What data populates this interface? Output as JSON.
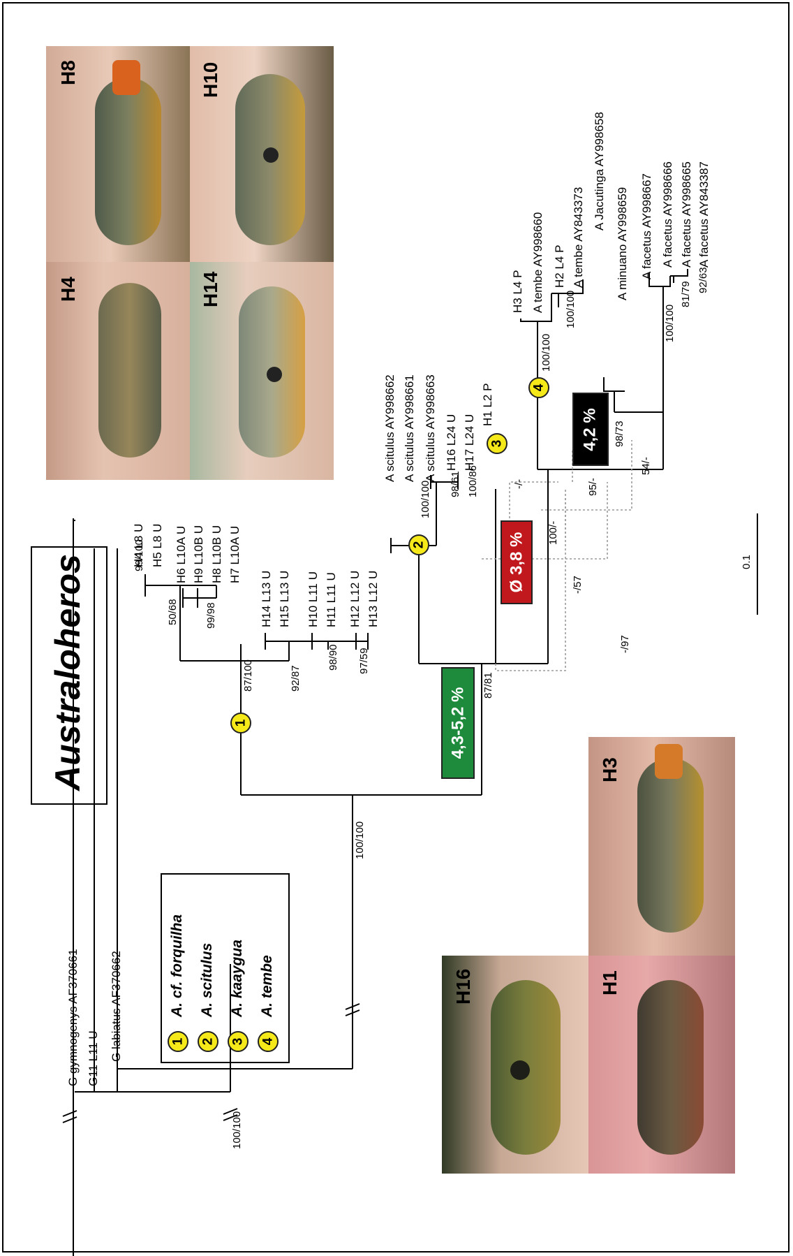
{
  "title": "Australoheros",
  "outgroup": {
    "taxa": [
      "G gymnogenys AF370661",
      "G11 L11 U",
      "G labiatus AF370662"
    ],
    "support": "100/100"
  },
  "root_support": "100/100",
  "legend": [
    {
      "num": "1",
      "label": "A. cf. forquilha"
    },
    {
      "num": "2",
      "label": "A. scitulus"
    },
    {
      "num": "3",
      "label": "A. kaaygua"
    },
    {
      "num": "4",
      "label": "A. tembe"
    }
  ],
  "clade1": {
    "num": "1",
    "support": "87/100",
    "sub_supports": [
      "50/68",
      "99/100",
      "99/98",
      "92/87",
      "98/90",
      "97/59"
    ],
    "taxa": [
      "H4 L8 U",
      "H5 L8 U",
      "H6 L10A U",
      "H9 L10B U",
      "H8 L10B U",
      "H7 L10A U",
      "H14 L13 U",
      "H15 L13 U",
      "H10 L11 U",
      "H11 L11 U",
      "H12 L12 U",
      "H13 L12 U"
    ]
  },
  "clade_main": {
    "support": "87/81",
    "distance": "4,3-5,2 %",
    "distance_color": "#1e8a3c"
  },
  "clade2": {
    "num": "2",
    "support": "100/100",
    "sub_supports": [
      "98/61",
      "100/86"
    ],
    "taxa": [
      "A scitulus AY998662",
      "A scitulus AY998661",
      "A scitulus AY998663",
      "H16 L24 U",
      "H17 L24 U"
    ]
  },
  "clade3": {
    "num": "3",
    "taxa": [
      "H1 L2 P"
    ],
    "distance": "Ø 3,8 %",
    "distance_color": "#c0181c"
  },
  "clade4": {
    "num": "4",
    "support": "100/100",
    "sub_supports": [
      "100/100"
    ],
    "taxa": [
      "H3 L4 P",
      "A tembe AY998660",
      "H2 L4 P",
      "A tembe AY843373"
    ]
  },
  "other_taxa": [
    "A Jacutinga AY998658",
    "A minuano AY998659",
    "A facetus AY998667",
    "A facetus AY998666",
    "A facetus AY998665",
    "A facetus AY843387"
  ],
  "other_supports": [
    "100/-",
    "-/-",
    "95/-",
    "98/73",
    "54/-",
    "100/100",
    "81/79",
    "92/63",
    "-/57",
    "-/97"
  ],
  "distance_black": {
    "text": "4,2 %",
    "color": "#000000"
  },
  "scale_bar": "0.1",
  "photos": [
    {
      "label": "H8",
      "desc": "fish-photo"
    },
    {
      "label": "H4",
      "desc": "fish-photo"
    },
    {
      "label": "H10",
      "desc": "fish-photo"
    },
    {
      "label": "H14",
      "desc": "fish-photo"
    },
    {
      "label": "H3",
      "desc": "fish-photo"
    },
    {
      "label": "H16",
      "desc": "fish-photo"
    },
    {
      "label": "H1",
      "desc": "fish-photo"
    }
  ],
  "colors": {
    "node_yellow": "#f5e919",
    "dotted": "#9a9a9a"
  }
}
